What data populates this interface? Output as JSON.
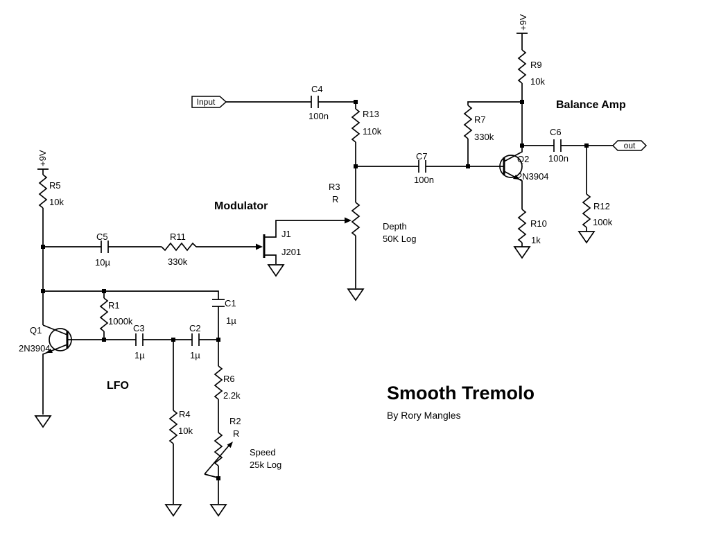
{
  "title": {
    "main": "Smooth Tremolo",
    "byline": "By Rory Mangles"
  },
  "sections": {
    "lfo": "LFO",
    "modulator": "Modulator",
    "balance_amp": "Balance Amp"
  },
  "ports": {
    "input": "Input",
    "output": "out"
  },
  "power": {
    "left": "+9V",
    "right": "+9V"
  },
  "components": {
    "r1": {
      "ref": "R1",
      "value": "1000k"
    },
    "r2": {
      "ref": "R2",
      "value": "R",
      "function": "Speed",
      "taper": "25k Log"
    },
    "r3": {
      "ref": "R3",
      "value": "R",
      "function": "Depth",
      "taper": "50K Log"
    },
    "r4": {
      "ref": "R4",
      "value": "10k"
    },
    "r5": {
      "ref": "R5",
      "value": "10k"
    },
    "r6": {
      "ref": "R6",
      "value": "2.2k"
    },
    "r7": {
      "ref": "R7",
      "value": "330k"
    },
    "r9": {
      "ref": "R9",
      "value": "10k"
    },
    "r10": {
      "ref": "R10",
      "value": "1k"
    },
    "r11": {
      "ref": "R11",
      "value": "330k"
    },
    "r12": {
      "ref": "R12",
      "value": "100k"
    },
    "r13": {
      "ref": "R13",
      "value": "110k"
    },
    "c1": {
      "ref": "C1",
      "value": "1µ"
    },
    "c2": {
      "ref": "C2",
      "value": "1µ"
    },
    "c3": {
      "ref": "C3",
      "value": "1µ"
    },
    "c4": {
      "ref": "C4",
      "value": "100n"
    },
    "c5": {
      "ref": "C5",
      "value": "10µ"
    },
    "c6": {
      "ref": "C6",
      "value": "100n"
    },
    "c7": {
      "ref": "C7",
      "value": "100n"
    },
    "q1": {
      "ref": "Q1",
      "value": "2N3904"
    },
    "q2": {
      "ref": "Q2",
      "value": "2N3904"
    },
    "j1": {
      "ref": "J1",
      "value": "J201"
    }
  }
}
